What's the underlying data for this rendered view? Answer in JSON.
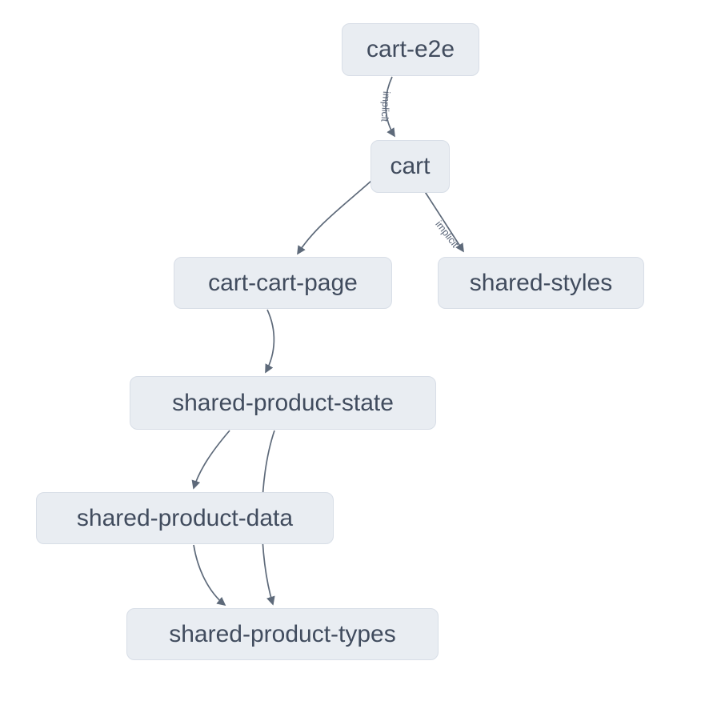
{
  "graph": {
    "nodes": [
      {
        "id": "cart-e2e",
        "label": "cart-e2e"
      },
      {
        "id": "cart",
        "label": "cart"
      },
      {
        "id": "cart-cart-page",
        "label": "cart-cart-page"
      },
      {
        "id": "shared-styles",
        "label": "shared-styles"
      },
      {
        "id": "shared-product-state",
        "label": "shared-product-state"
      },
      {
        "id": "shared-product-data",
        "label": "shared-product-data"
      },
      {
        "id": "shared-product-types",
        "label": "shared-product-types"
      }
    ],
    "edges": [
      {
        "source": "cart-e2e",
        "target": "cart",
        "label": "implicit"
      },
      {
        "source": "cart",
        "target": "cart-cart-page",
        "label": ""
      },
      {
        "source": "cart",
        "target": "shared-styles",
        "label": "implicit"
      },
      {
        "source": "cart-cart-page",
        "target": "shared-product-state",
        "label": ""
      },
      {
        "source": "shared-product-state",
        "target": "shared-product-data",
        "label": ""
      },
      {
        "source": "shared-product-state",
        "target": "shared-product-types",
        "label": ""
      },
      {
        "source": "shared-product-data",
        "target": "shared-product-types",
        "label": ""
      }
    ],
    "colors": {
      "background": "#ffffff",
      "node_fill": "#e9edf2",
      "node_border": "#d8dee7",
      "node_text": "#414c5e",
      "edge_stroke": "#5e6a7a",
      "edge_label": "#5b6679"
    }
  }
}
